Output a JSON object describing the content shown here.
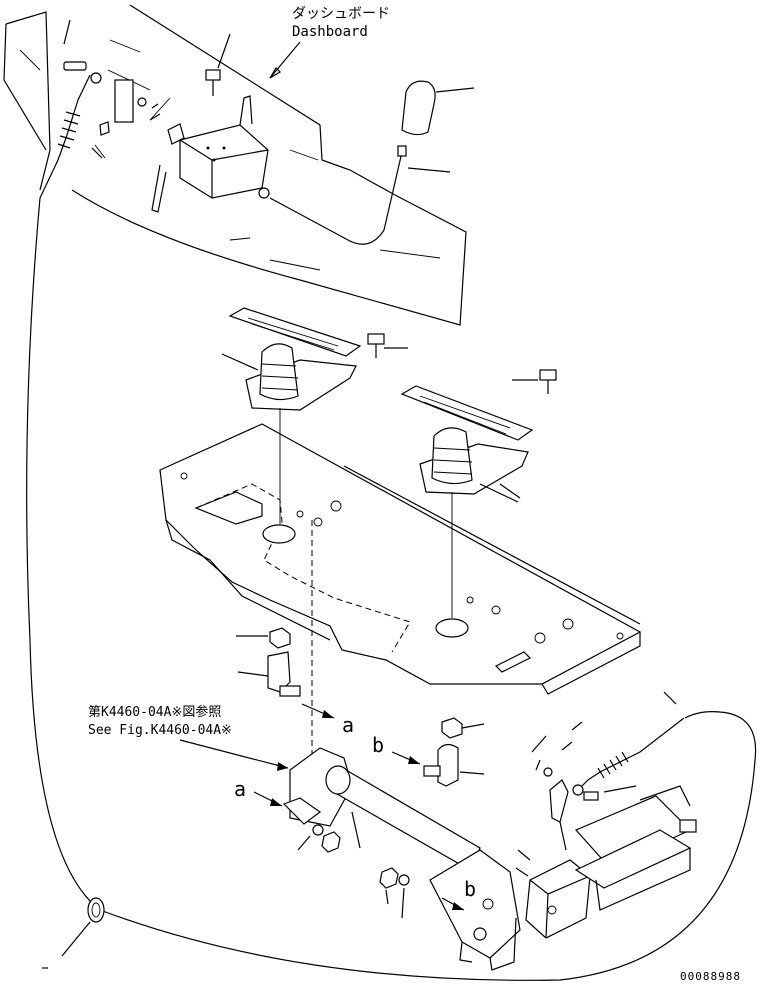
{
  "labels": {
    "dashboard_jp": "ダッシュボード",
    "dashboard_en": "Dashboard",
    "ref_jp": "第K4460-04A※図参照",
    "ref_en": "See Fig.K4460-04A※",
    "marker_a": "a",
    "marker_b": "b",
    "doc_number": "00088988"
  }
}
